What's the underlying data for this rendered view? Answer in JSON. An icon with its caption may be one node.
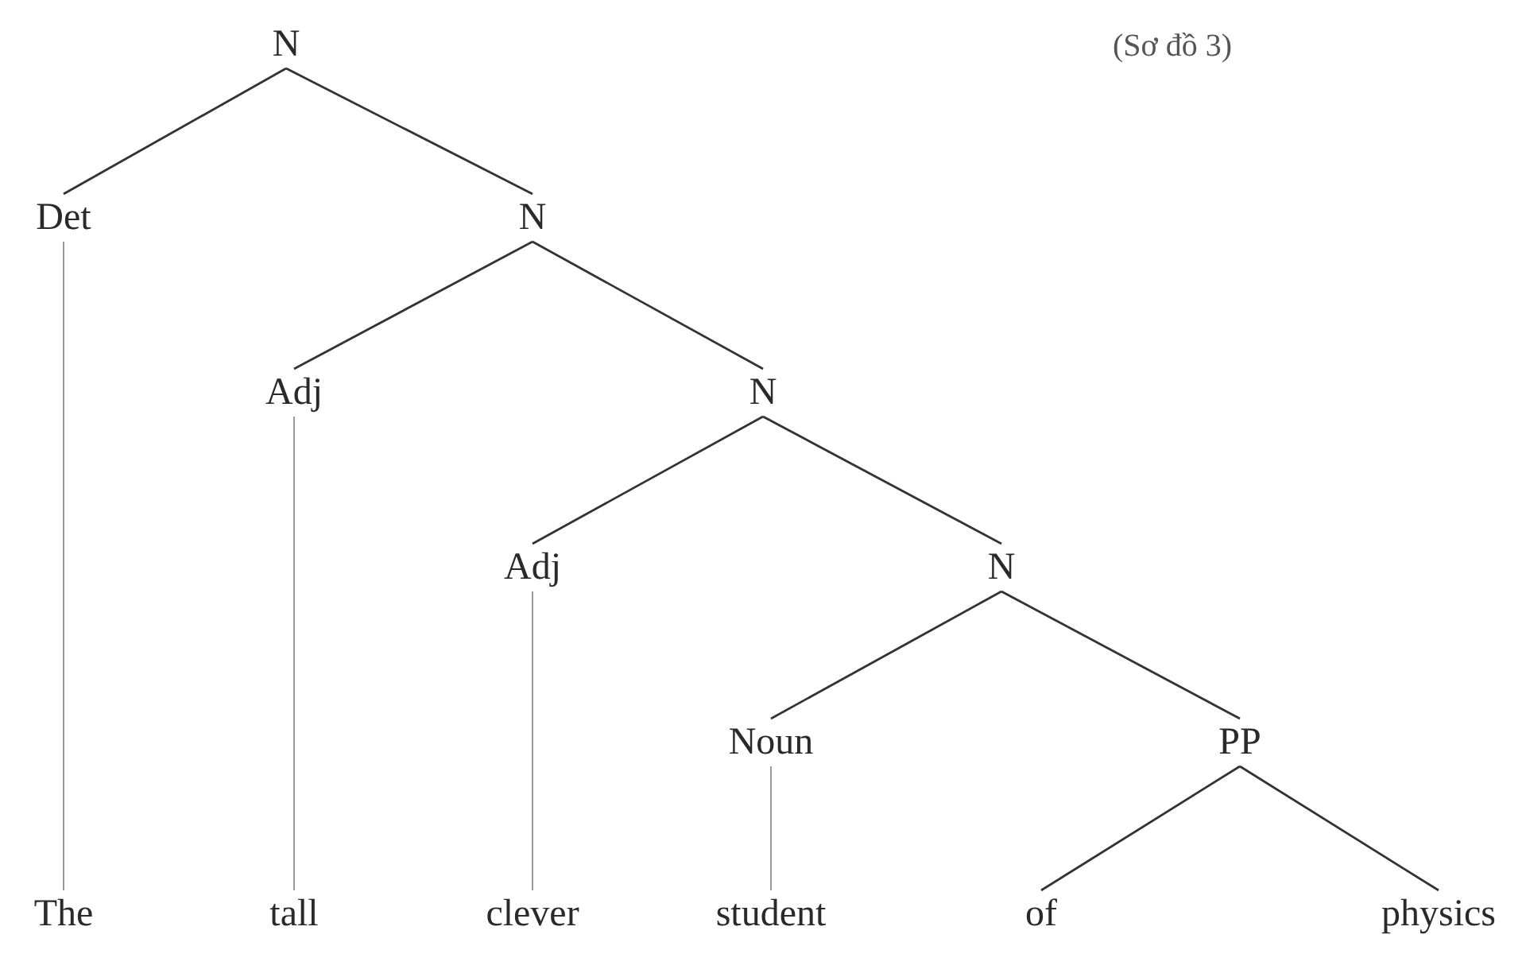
{
  "diagram": {
    "nodes": [
      {
        "text": [
          "N"
        ]
      },
      {
        "text": [
          "Det"
        ]
      },
      {
        "text": [
          "N"
        ]
      },
      {
        "text": [
          "Adj"
        ]
      },
      {
        "text": [
          "N"
        ]
      },
      {
        "text": [
          "Adj"
        ]
      },
      {
        "text": [
          "N"
        ]
      },
      {
        "text": [
          "Noun"
        ]
      },
      {
        "text": [
          "PP"
        ]
      },
      {
        "text": [
          "The"
        ]
      },
      {
        "text": [
          "tall"
        ]
      },
      {
        "text": [
          "clever"
        ]
      },
      {
        "text": [
          "student"
        ]
      },
      {
        "text": [
          "of"
        ]
      },
      {
        "text": [
          "physics"
        ]
      }
    ],
    "edges": [
      {
        "from": 0,
        "to": 1,
        "arrow": "none"
      },
      {
        "from": 0,
        "to": 2,
        "arrow": "none"
      },
      {
        "from": 1,
        "to": 9,
        "arrow": "none",
        "color": "#9a9a9a"
      },
      {
        "from": 2,
        "to": 3,
        "arrow": "none"
      },
      {
        "from": 2,
        "to": 4,
        "arrow": "none"
      },
      {
        "from": 3,
        "to": 10,
        "arrow": "none",
        "color": "#9a9a9a"
      },
      {
        "from": 4,
        "to": 5,
        "arrow": "none"
      },
      {
        "from": 4,
        "to": 6,
        "arrow": "none"
      },
      {
        "from": 5,
        "to": 11,
        "arrow": "none",
        "color": "#9a9a9a"
      },
      {
        "from": 6,
        "to": 7,
        "arrow": "none"
      },
      {
        "from": 6,
        "to": 8,
        "arrow": "none"
      },
      {
        "from": 7,
        "to": 12,
        "arrow": "none",
        "color": "#9a9a9a"
      },
      {
        "from": 8,
        "to": 13,
        "arrow": "none"
      },
      {
        "from": 8,
        "to": 14,
        "arrow": "none"
      }
    ],
    "labels": [
      "(Sơ đồ 3)"
    ]
  }
}
